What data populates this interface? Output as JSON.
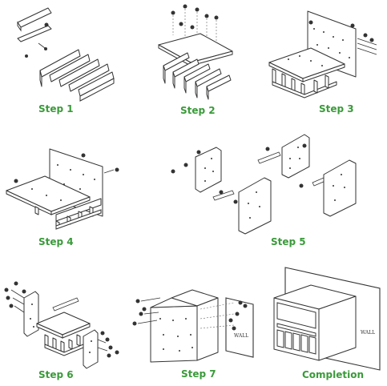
{
  "steps": [
    {
      "label": "Step 1"
    },
    {
      "label": "Step 2"
    },
    {
      "label": "Step 3"
    },
    {
      "label": "Step 4"
    },
    {
      "label": "Step 5"
    },
    {
      "label": "Step 6"
    },
    {
      "label": "Step 7"
    },
    {
      "label": "Completion"
    }
  ],
  "wall_text": "WALL",
  "colors": {
    "label": "#3a9a3a",
    "line": "#333333",
    "background": "#ffffff"
  }
}
